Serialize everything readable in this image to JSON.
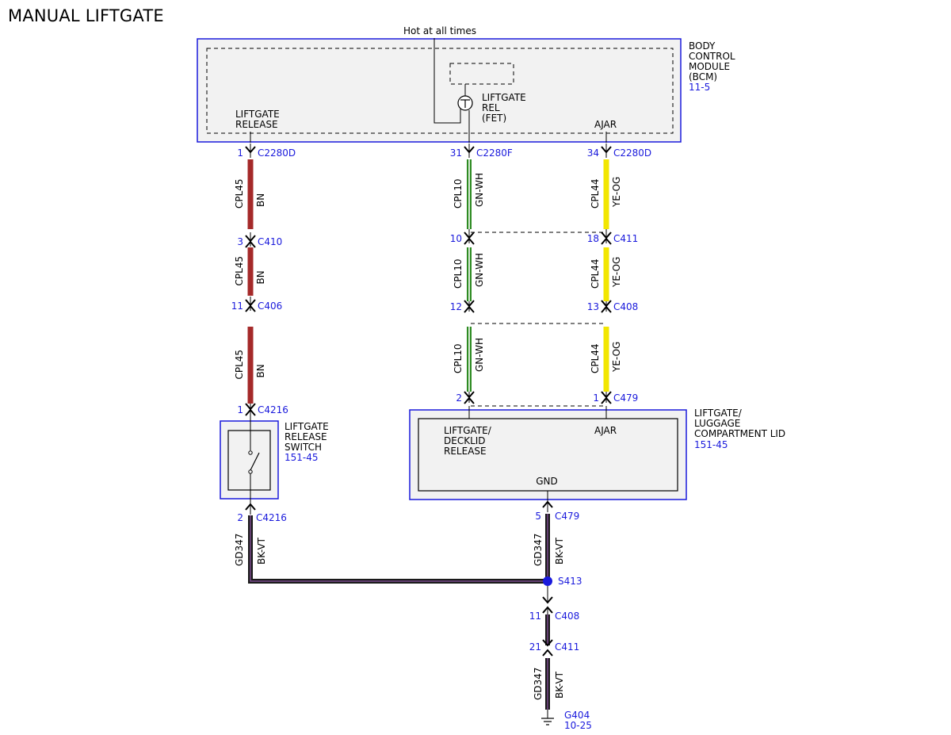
{
  "title": "MANUAL LIFTGATE",
  "bcm": {
    "hot_label": "Hot at all times",
    "name_lines": [
      "BODY",
      "CONTROL",
      "MODULE",
      "(BCM)"
    ],
    "ref": "11-5",
    "pin_release_lines": [
      "LIFTGATE",
      "RELEASE"
    ],
    "fet_lines": [
      "LIFTGATE",
      "REL",
      "(FET)"
    ],
    "pin_ajar": "AJAR"
  },
  "circuit_release": {
    "connectors": [
      {
        "pin": "1",
        "name": "C2280D"
      },
      {
        "pin": "3",
        "name": "C410"
      },
      {
        "pin": "11",
        "name": "C406"
      },
      {
        "pin": "1",
        "name": "C4216"
      }
    ],
    "segments": [
      {
        "circuit": "CPL45",
        "color": "BN"
      },
      {
        "circuit": "CPL45",
        "color": "BN"
      },
      {
        "circuit": "CPL45",
        "color": "BN"
      }
    ],
    "wire_color": "#a52a2a"
  },
  "circuit_fet": {
    "connectors": [
      {
        "pin": "31",
        "name": "C2280F"
      },
      {
        "pin": "10",
        "name": ""
      },
      {
        "pin": "12",
        "name": ""
      },
      {
        "pin": "2",
        "name": ""
      }
    ],
    "segments": [
      {
        "circuit": "CPL10",
        "color": "GN-WH"
      },
      {
        "circuit": "CPL10",
        "color": "GN-WH"
      },
      {
        "circuit": "CPL10",
        "color": "GN-WH"
      }
    ],
    "wire_color": "#2e8b22"
  },
  "circuit_ajar": {
    "connectors": [
      {
        "pin": "34",
        "name": "C2280D"
      },
      {
        "pin": "18",
        "name": "C411"
      },
      {
        "pin": "13",
        "name": "C408"
      },
      {
        "pin": "1",
        "name": "C479"
      }
    ],
    "segments": [
      {
        "circuit": "CPL44",
        "color": "YE-OG"
      },
      {
        "circuit": "CPL44",
        "color": "YE-OG"
      },
      {
        "circuit": "CPL44",
        "color": "YE-OG"
      }
    ],
    "wire_color": "#f2e600"
  },
  "switch": {
    "name_lines": [
      "LIFTGATE",
      "RELEASE",
      "SWITCH"
    ],
    "ref": "151-45",
    "bottom_connector": {
      "pin": "2",
      "name": "C4216"
    }
  },
  "lid": {
    "name_lines": [
      "LIFTGATE/",
      "LUGGAGE",
      "COMPARTMENT LID"
    ],
    "ref": "151-45",
    "pin_release_lines": [
      "LIFTGATE/",
      "DECKLID",
      "RELEASE"
    ],
    "pin_ajar": "AJAR",
    "pin_gnd": "GND",
    "bottom_connector": {
      "pin": "5",
      "name": "C479"
    }
  },
  "ground": {
    "circuit": "GD347",
    "color": "BK-VT",
    "splice": "S413",
    "connectors": [
      {
        "pin": "11",
        "name": "C408"
      },
      {
        "pin": "21",
        "name": "C411"
      }
    ],
    "ground_name": "G404",
    "ground_ref": "10-25",
    "wire_color": "#1a1a1a",
    "stripe_color": "#7a4a8c"
  },
  "colors": {
    "module_border": "#1a1adc",
    "module_fill": "#f2f2f2",
    "ref_text": "#1a1adc",
    "splice_dot": "#1a1adc"
  }
}
